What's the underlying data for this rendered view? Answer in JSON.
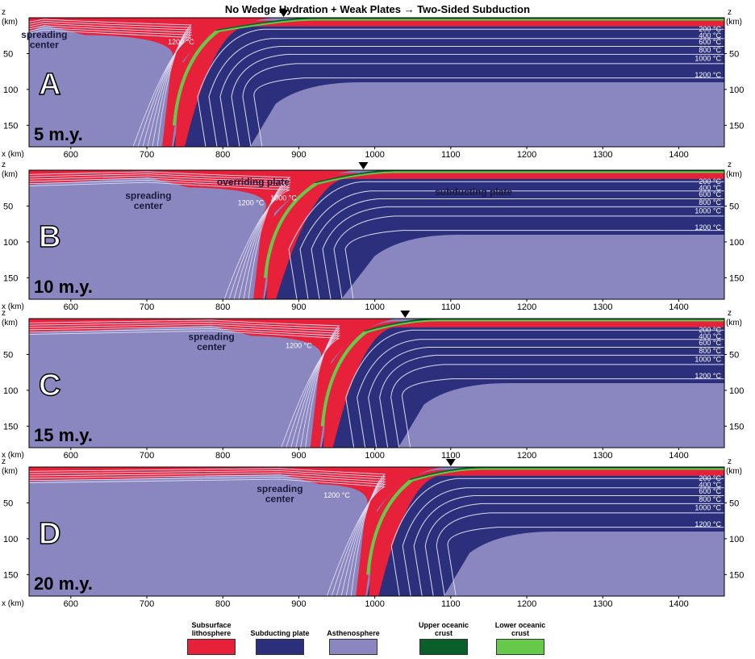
{
  "title": "No Wedge Hydration + Weak Plates → Two-Sided Subduction",
  "axis": {
    "z_label": "z",
    "z_unit": "(km)",
    "x_label": "x (km)",
    "z_ticks": [
      "50",
      "100",
      "150"
    ],
    "x_ticks": [
      "600",
      "700",
      "800",
      "900",
      "1000",
      "1100",
      "1200",
      "1300",
      "1400"
    ]
  },
  "isotherms": [
    "200 °C",
    "400 °C",
    "600 °C",
    "800 °C",
    "1000 °C",
    "1200 °C"
  ],
  "panels": [
    {
      "letter": "A",
      "time": "5 m.y.",
      "labels": [
        {
          "text": "spreading",
          "x": 565,
          "z": 28
        },
        {
          "text": "center",
          "x": 565,
          "z": 42
        },
        {
          "text": "1200 °C",
          "x": 745,
          "z": 37
        }
      ],
      "ridge_x": 565,
      "trench_x": 880,
      "slab_x": 735,
      "slab_bend_x": 790,
      "pos_x": 737
    },
    {
      "letter": "B",
      "time": "10 m.y.",
      "labels": [
        {
          "text": "spreading",
          "x": 702,
          "z": 40
        },
        {
          "text": "center",
          "x": 702,
          "z": 54
        },
        {
          "text": "overriding plate",
          "x": 840,
          "z": 21
        },
        {
          "text": "subducting plate",
          "x": 1130,
          "z": 35
        },
        {
          "text": "1200 °C",
          "x": 837,
          "z": 49
        },
        {
          "text": "1000 °C",
          "x": 880,
          "z": 42
        }
      ],
      "ridge_x": 702,
      "trench_x": 985,
      "slab_x": 855,
      "slab_bend_x": 920,
      "pos_x": 845
    },
    {
      "letter": "C",
      "time": "15 m.y.",
      "labels": [
        {
          "text": "spreading",
          "x": 785,
          "z": 30
        },
        {
          "text": "center",
          "x": 785,
          "z": 44
        },
        {
          "text": "1200 °C",
          "x": 900,
          "z": 41
        }
      ],
      "ridge_x": 785,
      "trench_x": 1040,
      "slab_x": 930,
      "slab_bend_x": 985,
      "pos_x": 935
    },
    {
      "letter": "D",
      "time": "20 m.y.",
      "labels": [
        {
          "text": "spreading",
          "x": 875,
          "z": 35
        },
        {
          "text": "center",
          "x": 875,
          "z": 49
        },
        {
          "text": "1200 °C",
          "x": 950,
          "z": 43
        }
      ],
      "ridge_x": 875,
      "trench_x": 1100,
      "slab_x": 990,
      "slab_bend_x": 1045,
      "pos_x": 1000
    }
  ],
  "legend": [
    {
      "label": "Subsurface lithosphere",
      "color": "#e8213a"
    },
    {
      "label": "Subducting plate",
      "color": "#2b2f7c"
    },
    {
      "label": "Asthenosphere",
      "color": "#8a86c0"
    },
    {
      "label": "Upper oceanic crust",
      "color": "#0a5e2a"
    },
    {
      "label": "Lower oceanic crust",
      "color": "#66c94b"
    }
  ],
  "colors": {
    "lithosphere": "#e8213a",
    "subducting_plate": "#2b2f7c",
    "asthenosphere": "#8a86c0",
    "upper_crust": "#0a5e2a",
    "lower_crust": "#66c94b",
    "isotherm": "#dcdcf2",
    "trench_marker": "#000000"
  }
}
